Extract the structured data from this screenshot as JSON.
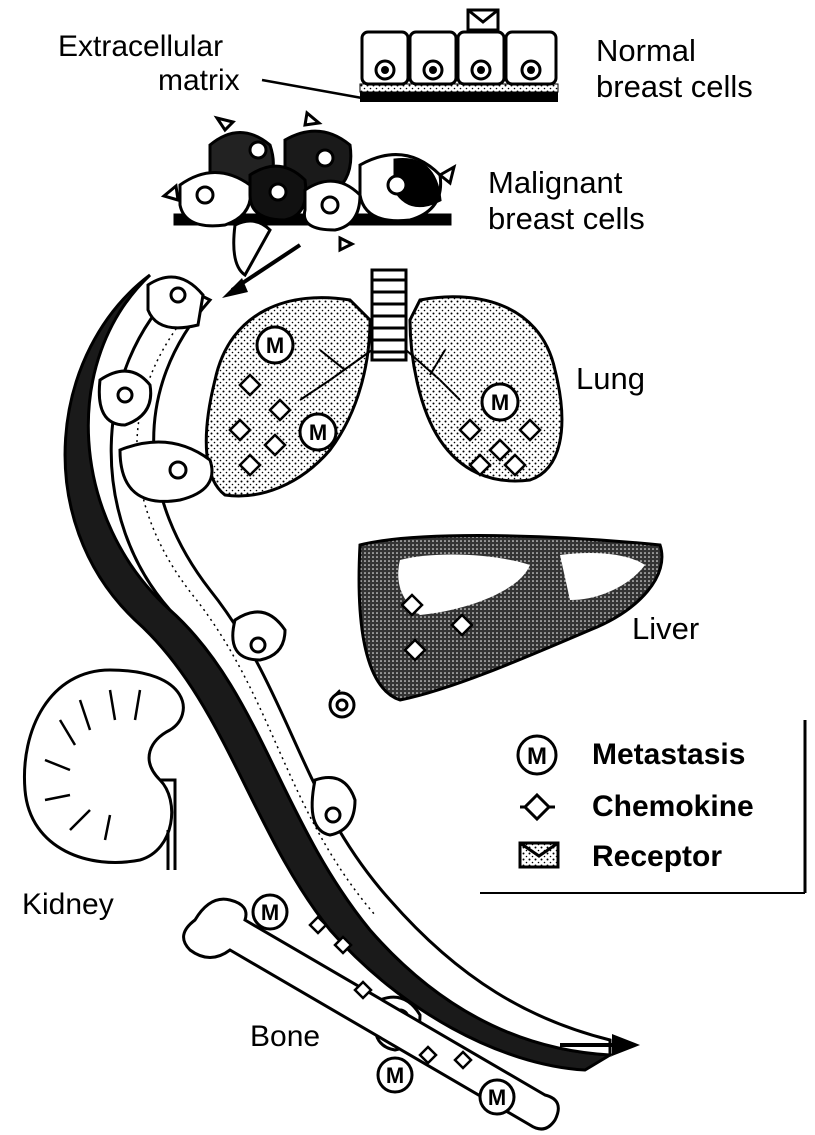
{
  "labels": {
    "extracellular_matrix_1": "Extracellular",
    "extracellular_matrix_2": "matrix",
    "normal_breast_cells_1": "Normal",
    "normal_breast_cells_2": "breast cells",
    "malignant_breast_cells_1": "Malignant",
    "malignant_breast_cells_2": "breast cells",
    "lung": "Lung",
    "liver": "Liver",
    "kidney": "Kidney",
    "bone": "Bone"
  },
  "legend": {
    "items": [
      {
        "symbol": "metastasis-icon",
        "label": "Metastasis"
      },
      {
        "symbol": "chemokine-icon",
        "label": "Chemokine"
      },
      {
        "symbol": "receptor-icon",
        "label": "Receptor"
      }
    ]
  },
  "metastasis_symbol_letter": "M",
  "colors": {
    "ink": "#000000",
    "paper": "#ffffff",
    "shade": "#555555"
  }
}
